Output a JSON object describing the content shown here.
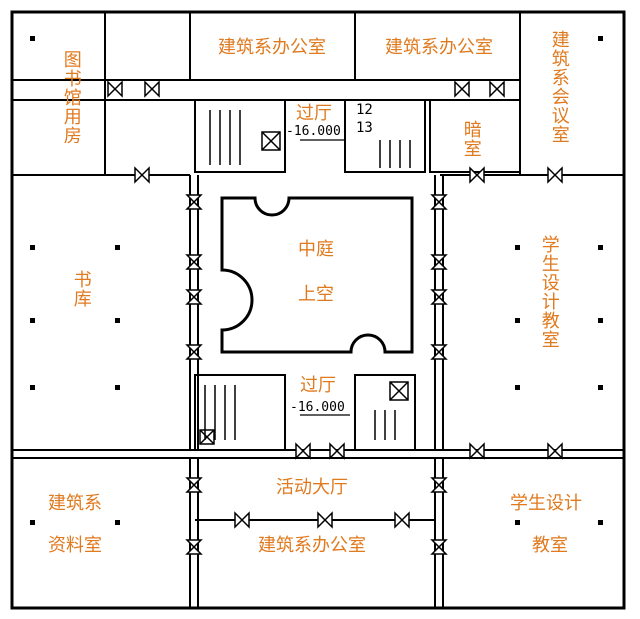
{
  "rooms": {
    "library_room": "图书馆用房",
    "office_top_left": "建筑系办公室",
    "office_top_right": "建筑系办公室",
    "meeting_room": "建筑系会议室",
    "hall_top": "过厅",
    "dark_room": "暗室",
    "atrium_line1": "中庭",
    "atrium_line2": "上空",
    "stacks": "书库",
    "student_studio_right": "学生设计教室",
    "hall_bottom": "过厅",
    "activity_hall": "活动大厅",
    "archive_line1": "建筑系",
    "archive_line2": "资料室",
    "office_bottom": "建筑系办公室",
    "studio_bottom_line1": "学生设计",
    "studio_bottom_line2": "教室"
  },
  "elevations": {
    "top": "-16.000",
    "bottom": "-16.000"
  },
  "numbers": {
    "n12": "12",
    "n13": "13"
  },
  "colors": {
    "label": "#e07a1f",
    "line": "#000000"
  }
}
